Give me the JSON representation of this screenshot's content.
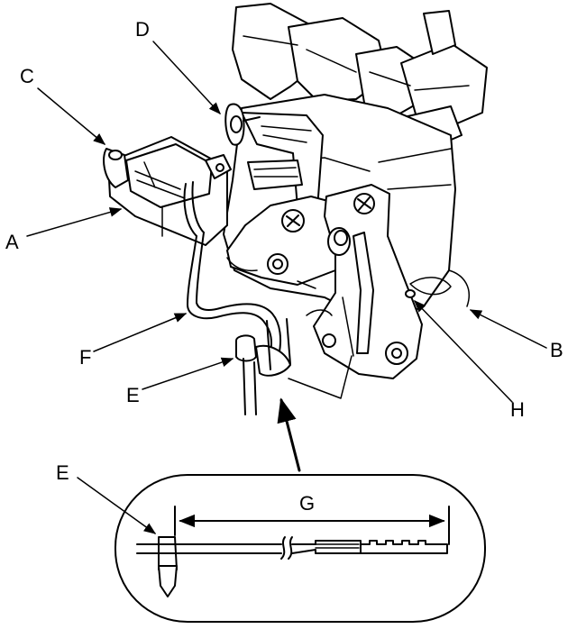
{
  "callouts": {
    "A": "A",
    "B": "B",
    "C": "C",
    "D": "D",
    "E": "E",
    "E_detail": "E",
    "F": "F",
    "G": "G",
    "H": "H"
  }
}
